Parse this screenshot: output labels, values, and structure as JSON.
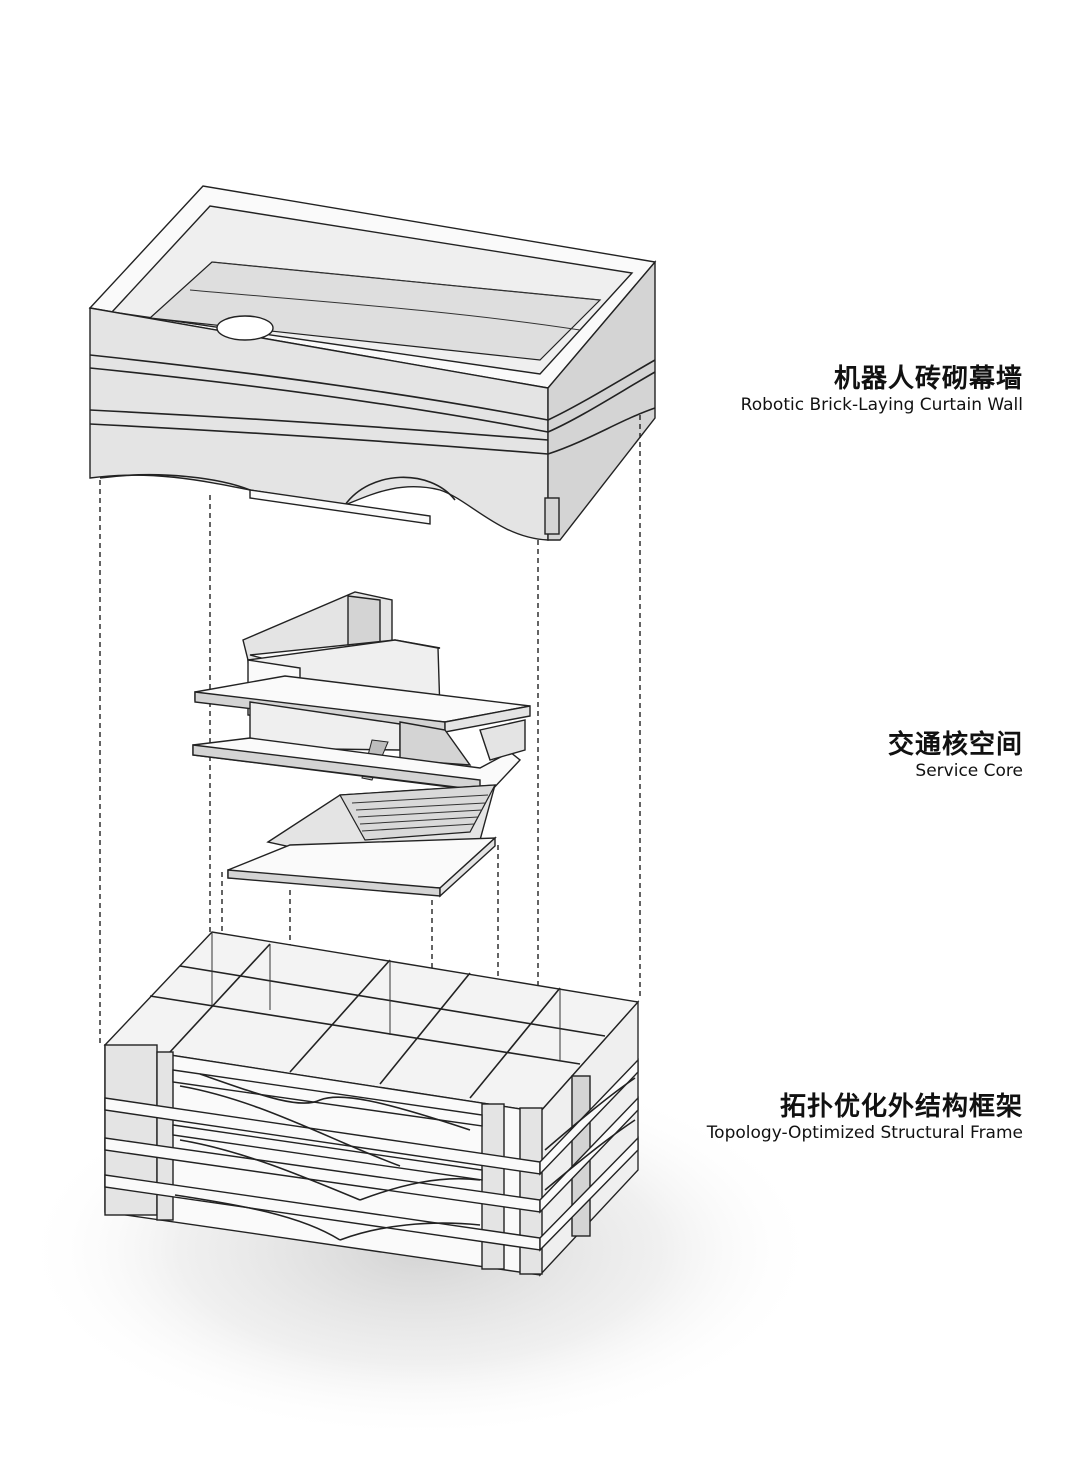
{
  "layers": [
    {
      "id": "curtain-wall",
      "title_zh": "机器人砖砌幕墙",
      "title_en": "Robotic Brick-Laying Curtain Wall"
    },
    {
      "id": "service-core",
      "title_zh": "交通核空间",
      "title_en": "Service Core"
    },
    {
      "id": "structural-frame",
      "title_zh": "拓扑优化外结构框架",
      "title_en": "Topology-Optimized Structural Frame"
    }
  ],
  "colors": {
    "background": "#ffffff",
    "line": "#222222",
    "face_light": "#e4e4e4",
    "face_dark": "#d4d4d4"
  }
}
